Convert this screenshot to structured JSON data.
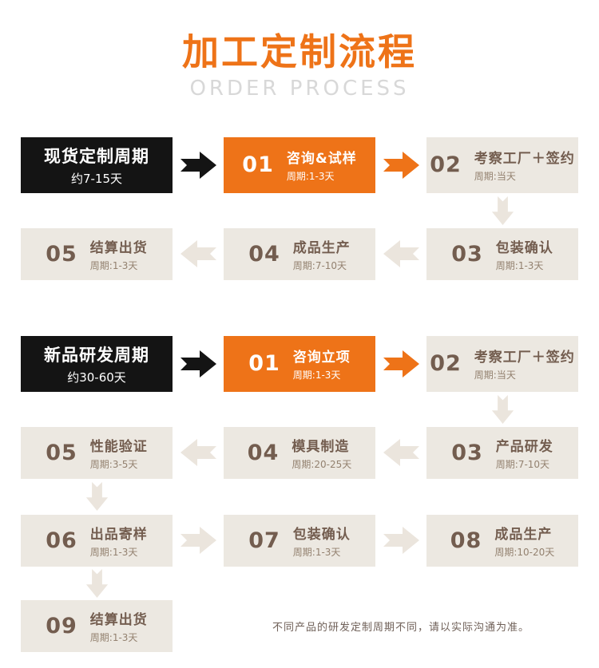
{
  "header": {
    "title": "加工定制流程",
    "subtitle": "ORDER PROCESS"
  },
  "colors": {
    "orange": "#ee7318",
    "black": "#141414",
    "beige_box": "#ece8e1",
    "beige_arrow": "#ebe5dd",
    "brown_dark": "#735d4f",
    "brown_light": "#93816f",
    "subtitle_gray": "#d8d8d8",
    "note_gray": "#6f6058"
  },
  "flow1": {
    "intro": {
      "title": "现货定制周期",
      "period": "约7-15天"
    },
    "steps": [
      {
        "num": "01",
        "title": "咨询&试样",
        "period": "周期:1-3天"
      },
      {
        "num": "02",
        "title": "考察工厂＋签约",
        "period": "周期:当天"
      },
      {
        "num": "03",
        "title": "包装确认",
        "period": "周期:1-3天"
      },
      {
        "num": "04",
        "title": "成品生产",
        "period": "周期:7-10天"
      },
      {
        "num": "05",
        "title": "结算出货",
        "period": "周期:1-3天"
      }
    ]
  },
  "flow2": {
    "intro": {
      "title": "新品研发周期",
      "period": "约30-60天"
    },
    "steps": [
      {
        "num": "01",
        "title": "咨询立项",
        "period": "周期:1-3天"
      },
      {
        "num": "02",
        "title": "考察工厂＋签约",
        "period": "周期:当天"
      },
      {
        "num": "03",
        "title": "产品研发",
        "period": "周期:7-10天"
      },
      {
        "num": "04",
        "title": "模具制造",
        "period": "周期:20-25天"
      },
      {
        "num": "05",
        "title": "性能验证",
        "period": "周期:3-5天"
      },
      {
        "num": "06",
        "title": "出品寄样",
        "period": "周期:1-3天"
      },
      {
        "num": "07",
        "title": "包装确认",
        "period": "周期:1-3天"
      },
      {
        "num": "08",
        "title": "成品生产",
        "period": "周期:10-20天"
      },
      {
        "num": "09",
        "title": "结算出货",
        "period": "周期:1-3天"
      }
    ]
  },
  "footer": {
    "note": "不同产品的研发定制周期不同，请以实际沟通为准。"
  }
}
